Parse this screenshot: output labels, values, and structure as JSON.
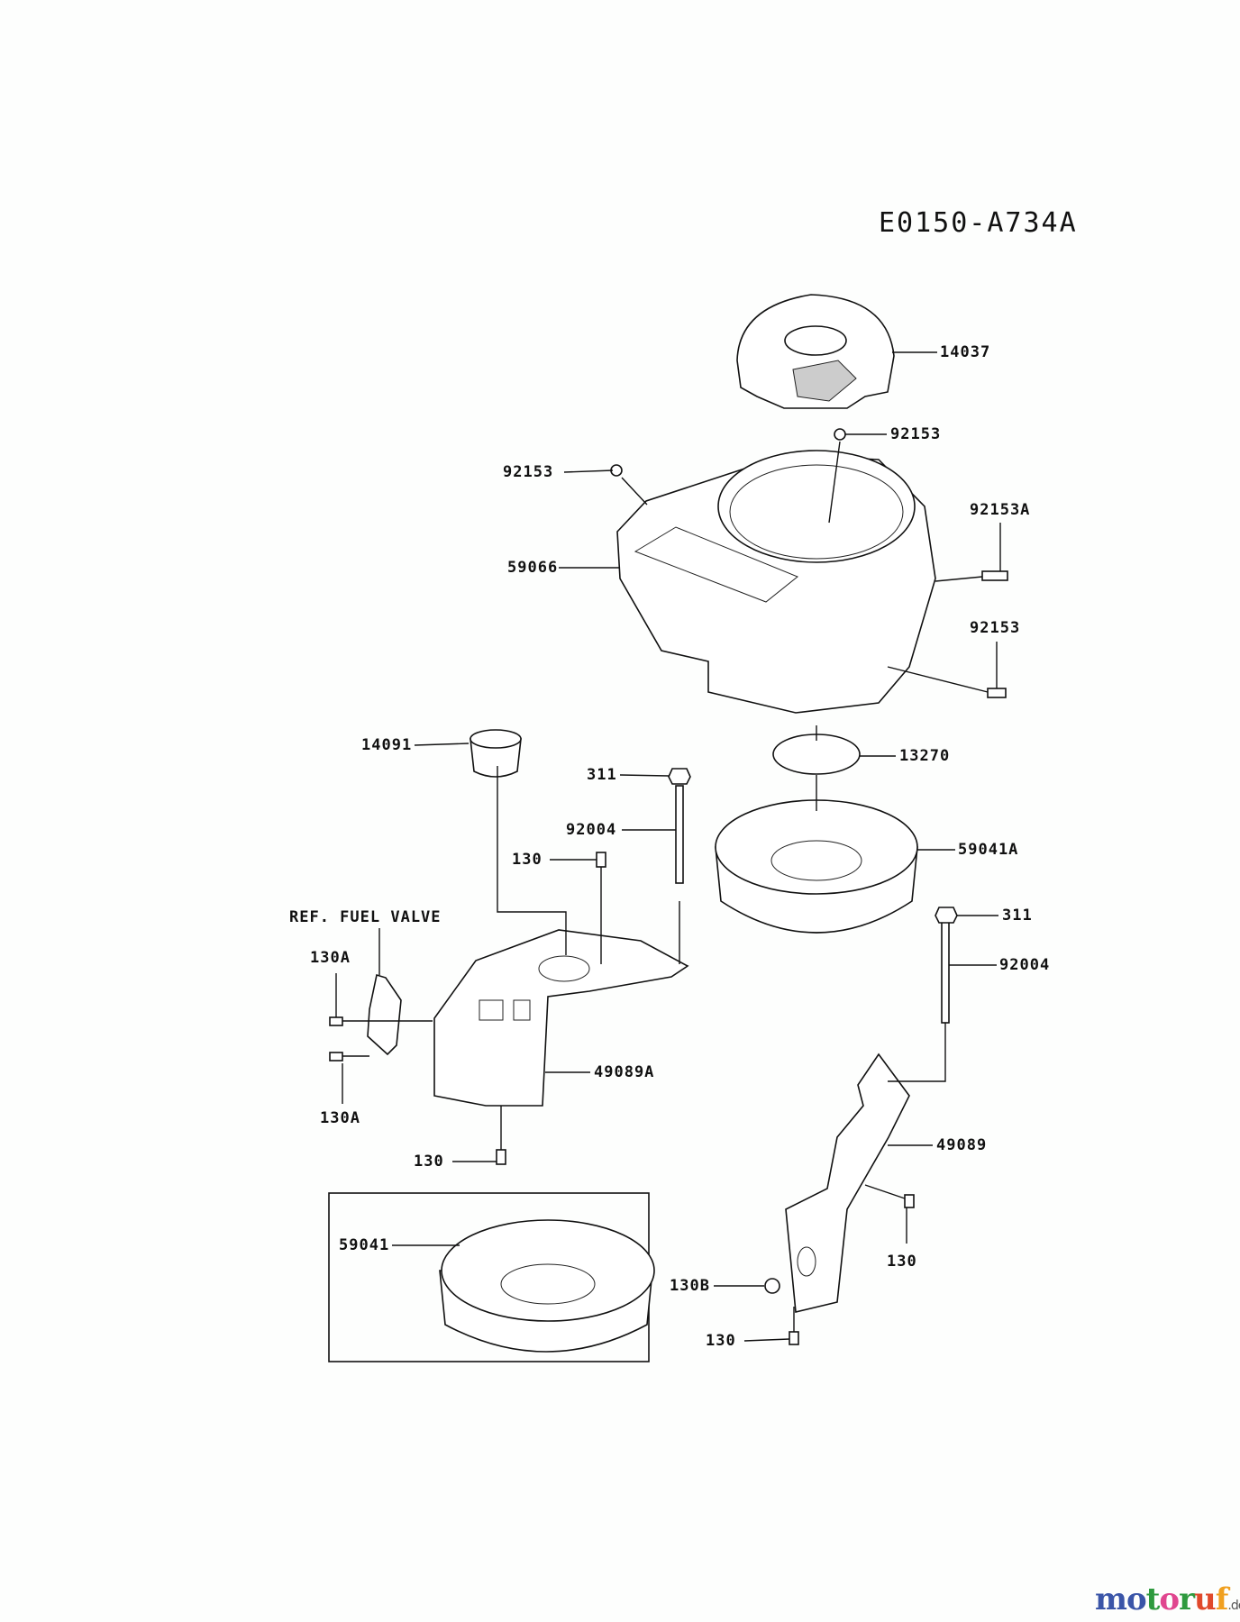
{
  "diagram_code": "E0150-A734A",
  "callouts": [
    {
      "id": "c-14037",
      "text": "14037"
    },
    {
      "id": "c-92153-top",
      "text": "92153"
    },
    {
      "id": "c-92153-left",
      "text": "92153"
    },
    {
      "id": "c-92153A",
      "text": "92153A"
    },
    {
      "id": "c-59066",
      "text": "59066"
    },
    {
      "id": "c-92153-right",
      "text": "92153"
    },
    {
      "id": "c-14091",
      "text": "14091"
    },
    {
      "id": "c-13270",
      "text": "13270"
    },
    {
      "id": "c-311-a",
      "text": "311"
    },
    {
      "id": "c-92004-a",
      "text": "92004"
    },
    {
      "id": "c-59041A",
      "text": "59041A"
    },
    {
      "id": "c-130-a",
      "text": "130"
    },
    {
      "id": "c-ref-fuel-valve",
      "text": "REF. FUEL VALVE"
    },
    {
      "id": "c-311-b",
      "text": "311"
    },
    {
      "id": "c-130A-a",
      "text": "130A"
    },
    {
      "id": "c-92004-b",
      "text": "92004"
    },
    {
      "id": "c-49089A",
      "text": "49089A"
    },
    {
      "id": "c-130A-b",
      "text": "130A"
    },
    {
      "id": "c-49089",
      "text": "49089"
    },
    {
      "id": "c-130-b",
      "text": "130"
    },
    {
      "id": "c-59041",
      "text": "59041"
    },
    {
      "id": "c-130-c",
      "text": "130"
    },
    {
      "id": "c-130B",
      "text": "130B"
    },
    {
      "id": "c-130-d",
      "text": "130"
    }
  ],
  "watermark": {
    "name": "motoruf",
    "suffix": ".de",
    "colors": [
      "#3a55a8",
      "#3a55a8",
      "#2e9a3e",
      "#e0468f",
      "#2e9a3e",
      "#e0492b",
      "#f0a020"
    ]
  }
}
